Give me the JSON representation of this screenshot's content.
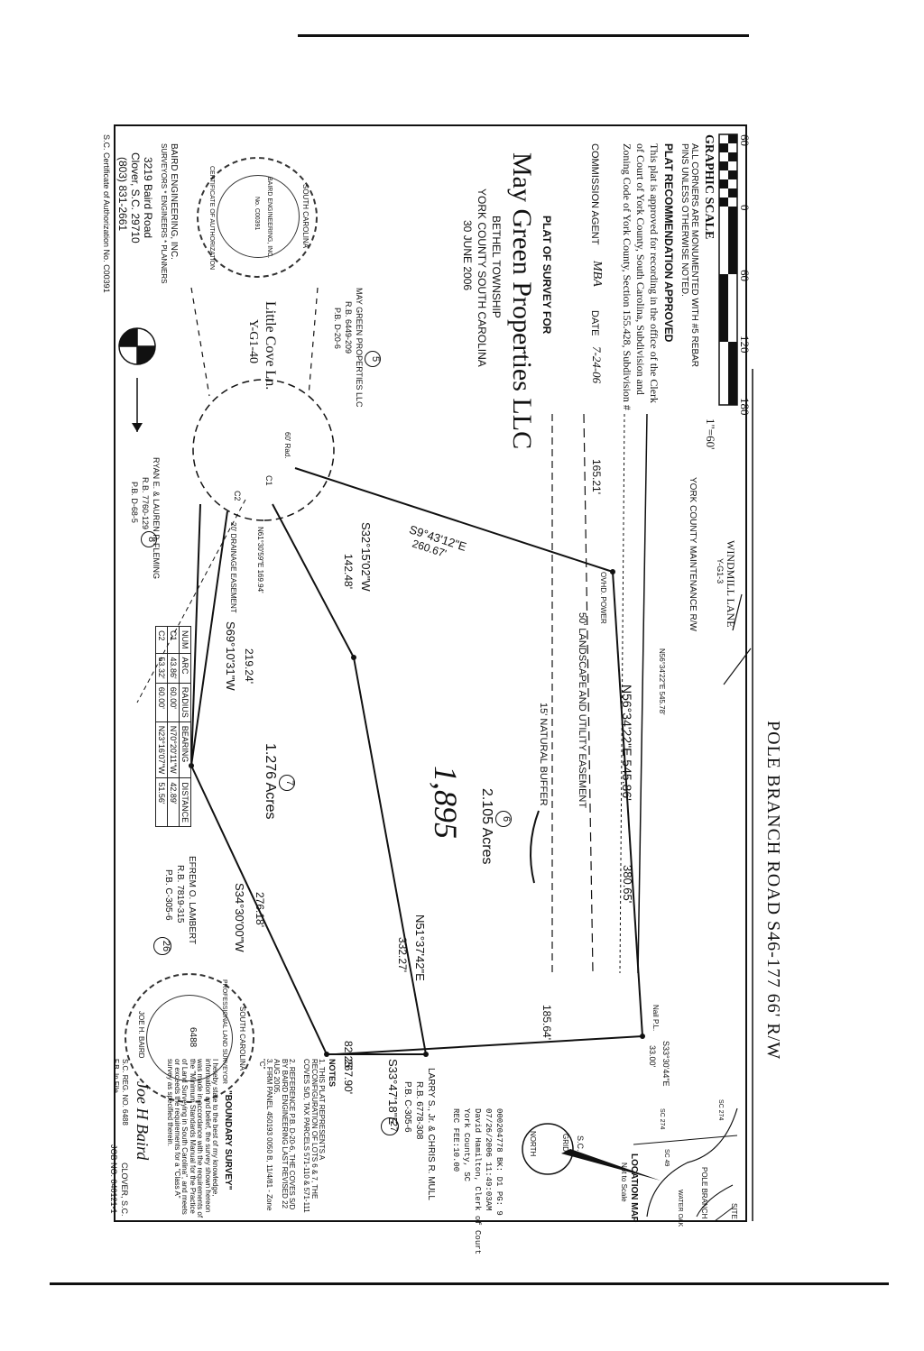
{
  "graphic_scale": {
    "title": "GRAPHIC SCALE",
    "ticks": [
      "60",
      "0",
      "60",
      "120",
      "180"
    ],
    "ratio": "1\"=60'"
  },
  "header_notes": {
    "rebar": "ALL CORNERS ARE MONUMENTED WITH #5 REBAR PINS UNLESS OTHERWISE NOTED.",
    "approval_title": "PLAT RECOMMENDATION APPROVED",
    "approval_text": "This plat is approved for recording in the office of the Clerk of Court of York County, South Carolina, Subdivision and Zoning Code of York County, Section 155.428, Subdivision #",
    "commission_agent": "COMMISSION AGENT",
    "agent_sign": "MBA",
    "date_label": "DATE",
    "date_value": "7-24-06"
  },
  "title_block": {
    "line1": "PLAT OF SURVEY FOR",
    "owner": "May Green Properties LLC",
    "township": "BETHEL TOWNSHIP",
    "county": "YORK COUNTY    SOUTH CAROLINA",
    "date": "30 JUNE 2006"
  },
  "firm": {
    "name": "BAIRD ENGINEERING, INC.",
    "services": "SURVEYORS * ENGINEERS * PLANNERS",
    "address1": "3219 Baird Road",
    "address2": "Clover, S.C. 29710",
    "phone": "(803) 831-2661",
    "certificate": "S.C. Certificate of Authorization No. C00391"
  },
  "seals": {
    "firm_seal": [
      "SOUTH CAROLINA",
      "BAIRD ENGINEERING, INC.",
      "No. C00391",
      "CERTIFICATE OF AUTHORIZATION"
    ],
    "surveyor_seal": [
      "SOUTH CAROLINA",
      "PROFESSIONAL LAND SURVEYOR",
      "6488",
      "JOE H. BAIRD"
    ],
    "grid_seal": [
      "S.C.",
      "GRID",
      "NORTH"
    ]
  },
  "roads": {
    "pole_branch": "POLE BRANCH ROAD   S46-177   66' R/W",
    "windmill": "WINDMILL LANE",
    "windmill_id": "Y-G1-3",
    "maintenance": "YORK COUNTY MAINTENANCE R/W",
    "little_cove": "Little Cove Ln.",
    "little_cove_id": "Y-G1-40",
    "radius": "60' Rad."
  },
  "easements": {
    "landscape": "50' LANDSCAPE AND UTILITY EASEMENT",
    "buffer": "15' NATURAL BUFFER",
    "drainage": "20' DRAINAGE EASEMENT",
    "overhead": "OVHD. POWER"
  },
  "lots": {
    "lot6_num": "6",
    "lot6_acres": "2.105 Acres",
    "lot6_handwritten": "1,895",
    "lot7_num": "7",
    "lot7_acres": "1.276 Acres"
  },
  "bearings": {
    "b1": "S9°43'12\"E",
    "b1_dist": "260.67'",
    "b2": "N56°34'22\"E  545.86'",
    "b2_small": "N56°34'22\"E 545.78'",
    "b3": "S32°15'02\"W",
    "b3_dist": "142.48'",
    "b4": "S69°10'31\"W",
    "b4_dist": "219.24'",
    "b5": "N51°37'42\"E",
    "b5_dist": "332.27'",
    "b6": "S34°30'00\"W",
    "b6_dist": "276.18'",
    "b7": "S33°47'18\"E",
    "b7_dist": "267.90'",
    "b8": "S33°30'44\"E",
    "b8_dist": "33.00'",
    "d1": "165.21'",
    "d2": "380.65'",
    "d3": "185.64'",
    "d4": "82.25'",
    "d5": "N61°30'59\"E 169.94'",
    "nail": "Nail P.L."
  },
  "curve_table": {
    "header": [
      "NUM",
      "ARC",
      "RADIUS",
      "BEARING",
      "DISTANCE"
    ],
    "rows": [
      [
        "C1",
        "43.86'",
        "60.00'",
        "N70°20'11\"W",
        "42.89'"
      ],
      [
        "C2",
        "53.32'",
        "60.00'",
        "N23°16'07\"W",
        "51.56'"
      ]
    ]
  },
  "adjoiners": {
    "lot5_num": "5",
    "lot5": [
      "MAY GREEN PROPERTIES LLC",
      "R.B. 6449-209",
      "P.B. D-20-6"
    ],
    "lot8_num": "8",
    "lot8": [
      "RYAN E. & LAUREN P. FLEMING",
      "R.B. 7760-129",
      "P.B. D-68-5"
    ],
    "lot26_num": "26",
    "lot26": [
      "EFREM O. LAMBERT",
      "R.B. 7819-315",
      "P.B. C-305-6"
    ],
    "lot27_num": "27",
    "lot27": [
      "LARRY S., Jr. & CHRIS R. MULL",
      "R.B. 6778-308",
      "P.B. C-305-6"
    ]
  },
  "recording": {
    "line1": "000204778 BK: D1 PG: 9",
    "line2": "07/26/2006 11:49:03AM",
    "line3": "David Hamilton, Clerk of Court",
    "line4": "York County, SC",
    "line5": "REC FEE:10.00"
  },
  "notes": {
    "title": "NOTES",
    "n1": "1. THIS PLAT REPRESENTS A RECONFIGURATION OF LOTS 6 & 7, THE COVES S/D, TAX PARCELS 571-110 & 571-111",
    "n2": "2. REFERENCE P.B. D-20-6, THE COVES S/D BY BAIRD ENGINEERING LAST REVISED 22 AUG 2005.",
    "n3": "3. FIRM PANEL 450193 0050 B, 11/4/81 - Zone \"C\""
  },
  "location_map": {
    "title": "LOCATION MAP",
    "subtitle": "Not to Scale",
    "labels": [
      "POLE BRANCH",
      "SITE",
      "WATER OAK",
      "SC 274",
      "SC 49",
      "SC 274"
    ]
  },
  "certification": {
    "title": "\"BOUNDARY SURVEY\"",
    "text": "I hereby state to the best of my knowledge, information and belief, the survey shown hereon was made in accordance with the requirements of the \"Minimum Standards Manual for the Practice of Land Surveying in South Carolina\", and meets or exceeds the requirements for a \"Class A\" survey as specified therein.",
    "signature": "Joe H Baird",
    "reg": "S.C. REG. NO. 6488",
    "fb": "F.B. In File",
    "location": "CLOVER, S.C.",
    "job": "JOB NO. 040121-1"
  }
}
